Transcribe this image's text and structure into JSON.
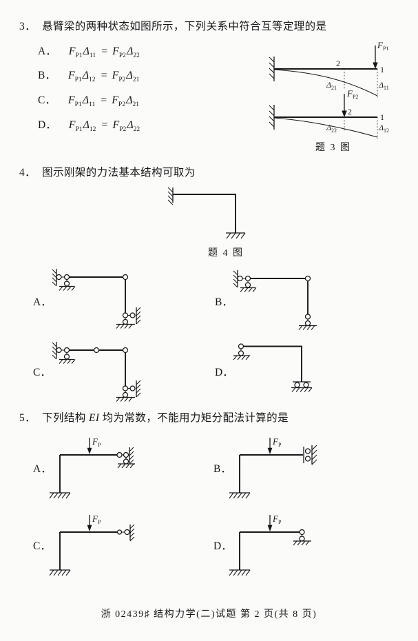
{
  "q3": {
    "num": "3．",
    "stem": "悬臂梁的两种状态如图所示，下列关系中符合互等定理的是",
    "options": [
      {
        "label": "A．",
        "F1": "F",
        "F1sub": "P1",
        "D1": "Δ",
        "D1sub": "11",
        "eq": "=",
        "F2": "F",
        "F2sub": "P2",
        "D2": "Δ",
        "D2sub": "22"
      },
      {
        "label": "B．",
        "F1": "F",
        "F1sub": "P1",
        "D1": "Δ",
        "D1sub": "12",
        "eq": "=",
        "F2": "F",
        "F2sub": "P2",
        "D2": "Δ",
        "D2sub": "21"
      },
      {
        "label": "C．",
        "F1": "F",
        "F1sub": "P1",
        "D1": "Δ",
        "D1sub": "11",
        "eq": "=",
        "F2": "F",
        "F2sub": "P2",
        "D2": "Δ",
        "D2sub": "21"
      },
      {
        "label": "D．",
        "F1": "F",
        "F1sub": "P1",
        "D1": "Δ",
        "D1sub": "12",
        "eq": "=",
        "F2": "F",
        "F2sub": "P2",
        "D2": "Δ",
        "D2sub": "22"
      }
    ],
    "figure": {
      "caption": "题 3 图",
      "beam1": {
        "F": "F",
        "Fsub": "P1",
        "mid": "2",
        "end": "1",
        "dmid": "Δ",
        "dmidsub": "21",
        "dend": "Δ",
        "dendsub": "11"
      },
      "beam2": {
        "F": "F",
        "Fsub": "P2",
        "mid": "2",
        "end": "1",
        "dmid": "Δ",
        "dmidsub": "22",
        "dend": "Δ",
        "dendsub": "12"
      }
    }
  },
  "q4": {
    "num": "4．",
    "stem": "图示刚架的力法基本结构可取为",
    "figure_caption": "题 4 图",
    "options": [
      {
        "label": "A．"
      },
      {
        "label": "B．"
      },
      {
        "label": "C．"
      },
      {
        "label": "D．"
      }
    ]
  },
  "q5": {
    "num": "5．",
    "stem_pre": "下列结构 ",
    "stem_em": "EI",
    "stem_post": " 均为常数，不能用力矩分配法计算的是",
    "options": [
      {
        "label": "A．",
        "F": "F",
        "Fsub": "P"
      },
      {
        "label": "B．",
        "F": "F",
        "Fsub": "P"
      },
      {
        "label": "C．",
        "F": "F",
        "Fsub": "P"
      },
      {
        "label": "D．",
        "F": "F",
        "Fsub": "P"
      }
    ]
  },
  "footer": "浙 02439♯ 结构力学(二)试题 第 2 页(共 8 页)"
}
